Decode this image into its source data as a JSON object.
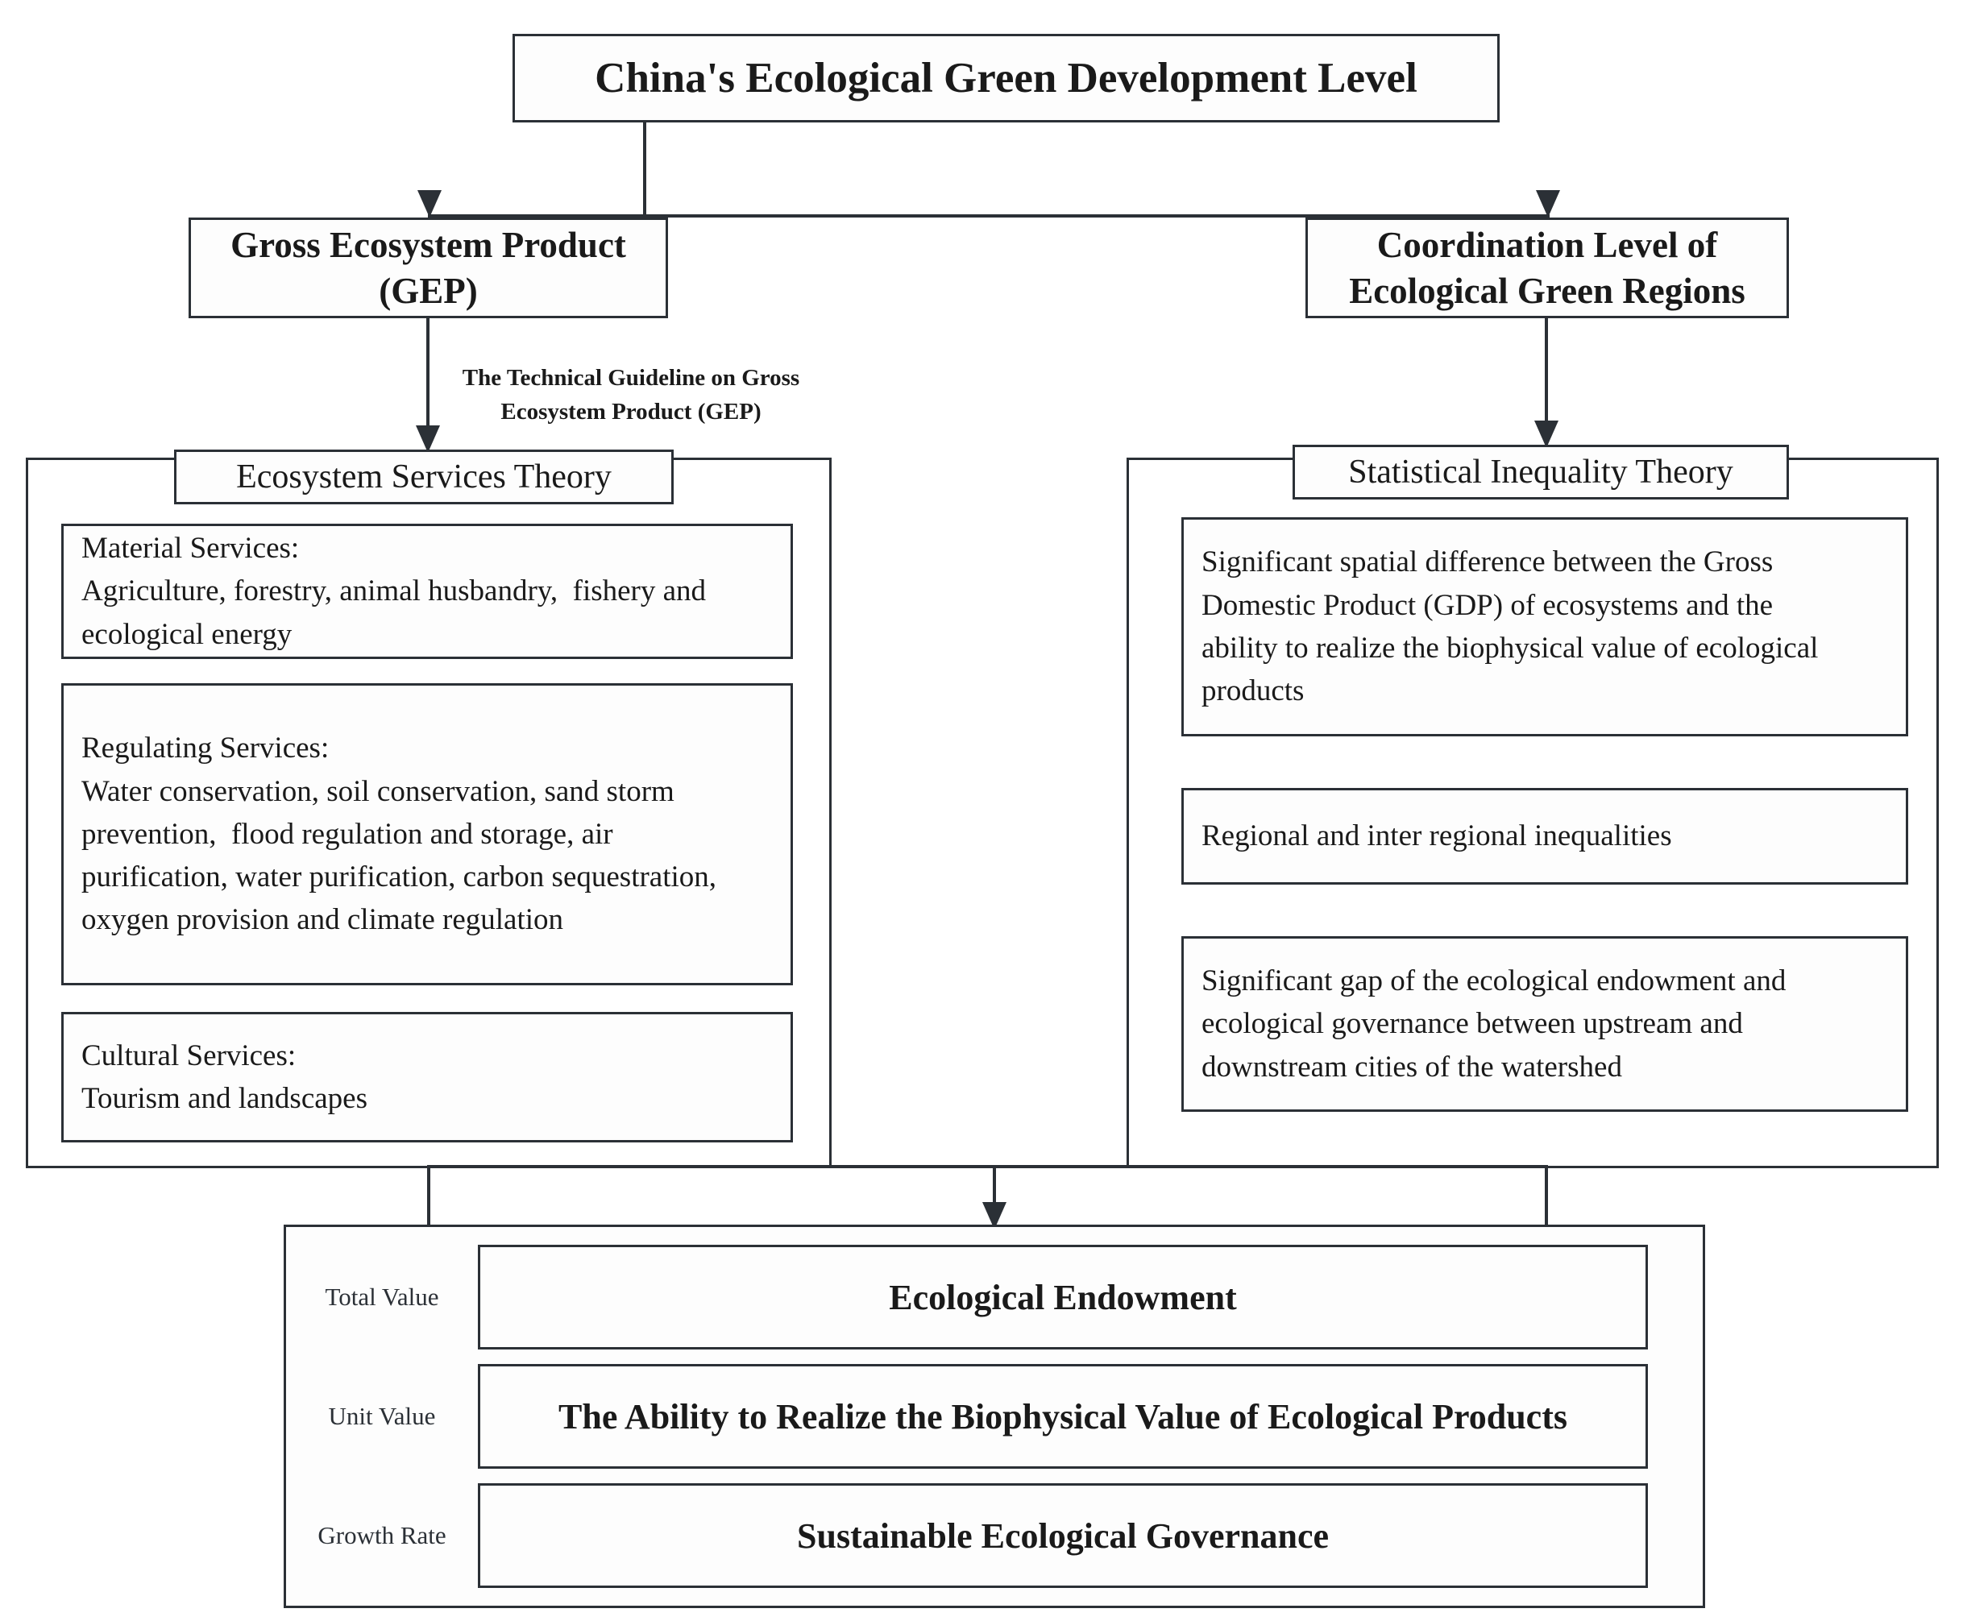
{
  "diagram": {
    "title": "China's Ecological Green Development Level",
    "level2": {
      "left": "Gross Ecosystem Product\n(GEP)",
      "left_line1": "Gross Ecosystem Product",
      "left_line2": "(GEP)",
      "right": "Coordination Level of\nEcological Green Regions",
      "right_line1": "Coordination Level of",
      "right_line2": "Ecological Green Regions"
    },
    "edge_label": {
      "line1": "The Technical Guideline on Gross",
      "line2": "Ecosystem Product (GEP)"
    },
    "left_panel": {
      "header": "Ecosystem Services Theory",
      "items": [
        {
          "title": "Material Services:",
          "lines": [
            "Agriculture, forestry, animal husbandry,  fishery and",
            "ecological energy"
          ]
        },
        {
          "title": "Regulating Services:",
          "lines": [
            "Water conservation, soil conservation, sand storm",
            "prevention,  flood regulation and storage, air",
            "purification, water purification, carbon sequestration,",
            "oxygen provision and climate regulation"
          ]
        },
        {
          "title": "Cultural Services:",
          "lines": [
            "Tourism and landscapes"
          ]
        }
      ]
    },
    "right_panel": {
      "header": "Statistical Inequality Theory",
      "items": [
        {
          "lines": [
            "Significant spatial difference between the Gross",
            "Domestic Product (GDP) of ecosystems and the",
            "ability to realize the biophysical value of ecological",
            "products"
          ]
        },
        {
          "lines": [
            "Regional and inter regional inequalities"
          ]
        },
        {
          "lines": [
            "Significant gap of the ecological endowment and",
            "ecological governance between upstream and",
            "downstream cities of the watershed"
          ]
        }
      ]
    },
    "results": [
      {
        "label": "Total Value",
        "value": "Ecological Endowment"
      },
      {
        "label": "Unit Value",
        "value": "The Ability to Realize the Biophysical Value of Ecological Products"
      },
      {
        "label": "Growth Rate",
        "value": "Sustainable Ecological Governance"
      }
    ]
  },
  "colors": {
    "stroke": "#2b3036",
    "background": "#ffffff",
    "text": "#1a1a1a"
  }
}
